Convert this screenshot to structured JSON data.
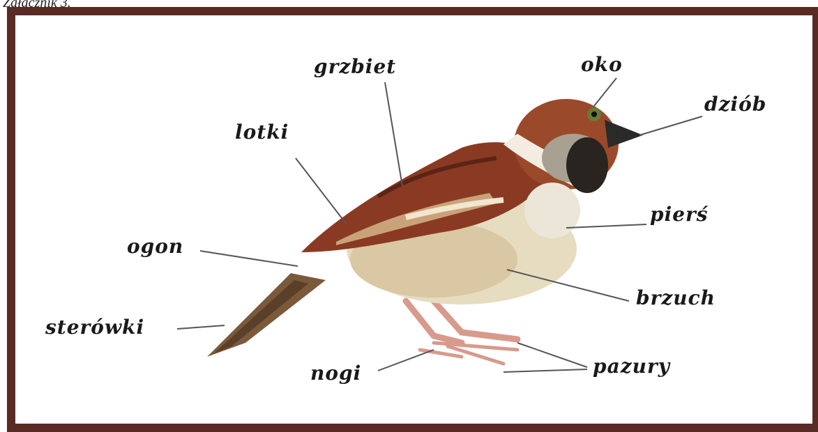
{
  "caption": "Załącznik 3.",
  "diagram": {
    "labels": {
      "grzbiet": "grzbiet",
      "oko": "oko",
      "dziob": "dziób",
      "lotki": "lotki",
      "piers": "pierś",
      "ogon": "ogon",
      "brzuch": "brzuch",
      "sterowki": "sterówki",
      "nogi": "nogi",
      "pazury": "pazury"
    },
    "colors": {
      "frame": "#5a2a24",
      "plumage_brown": "#8a3a22",
      "belly": "#e6dcc0",
      "legs": "#d89a8c"
    }
  }
}
